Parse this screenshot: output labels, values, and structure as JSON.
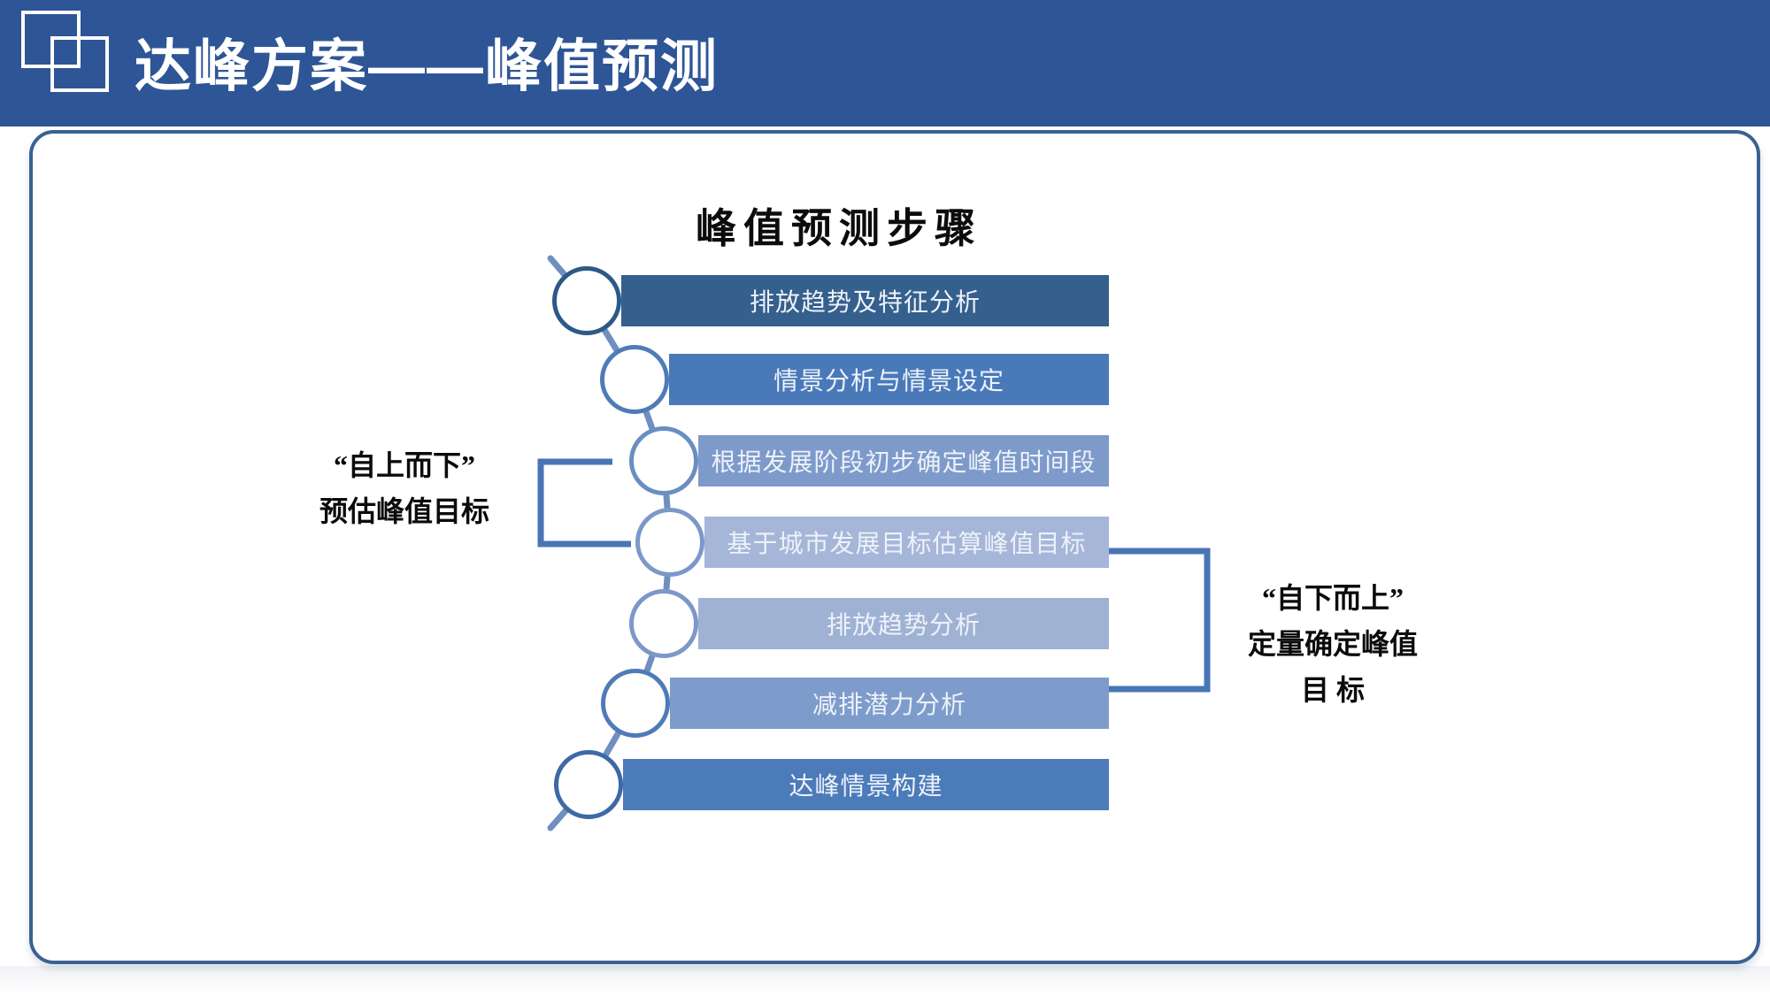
{
  "header": {
    "title": "达峰方案——峰值预测",
    "bg_color": "#2E5596",
    "text_color": "#FFFFFF",
    "logo": "overlapping-squares-icon"
  },
  "panel": {
    "title": "峰值预测步骤",
    "border_color": "#3A6191"
  },
  "diagram": {
    "chain_color": "#6E8FBF",
    "bracket_color": "#4875B5",
    "steps": [
      {
        "label": "排放趋势及特征分析",
        "bar_color": "#355F8C",
        "ring_color": "#2D5986"
      },
      {
        "label": "情景分析与情景设定",
        "bar_color": "#4A79BA",
        "ring_color": "#4F7BB7"
      },
      {
        "label": "根据发展阶段初步确定峰值时间段",
        "bar_color": "#7D9ACA",
        "ring_color": "#6A8EC2"
      },
      {
        "label": "基于城市发展目标估算峰值目标",
        "bar_color": "#A5B6D8",
        "ring_color": "#7C98C9"
      },
      {
        "label": "排放趋势分析",
        "bar_color": "#9FB2D4",
        "ring_color": "#7C98C9"
      },
      {
        "label": "减排潜力分析",
        "bar_color": "#7E9CCB",
        "ring_color": "#4F7BB7"
      },
      {
        "label": "达峰情景构建",
        "bar_color": "#4C7BBA",
        "ring_color": "#3D69A7"
      }
    ],
    "annotation_left": {
      "line1": "“自上而下”",
      "line2": "预估峰值目标"
    },
    "annotation_right": {
      "line1": "“自下而上”",
      "line2": "定量确定峰值",
      "line3": "目 标"
    }
  }
}
